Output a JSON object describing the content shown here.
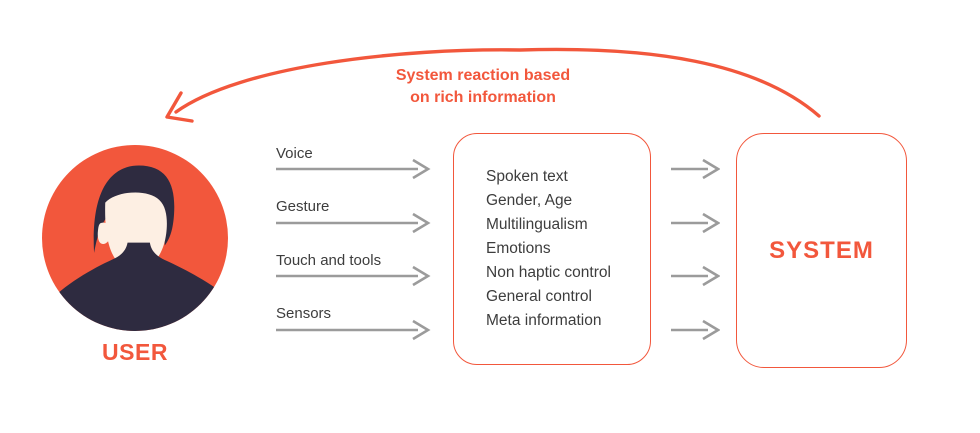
{
  "diagram": {
    "user": {
      "label": "USER"
    },
    "system": {
      "label": "SYSTEM"
    },
    "feedback": {
      "line1": "System reaction based",
      "line2": "on rich information"
    },
    "inputs": [
      "Voice",
      "Gesture",
      "Touch and tools",
      "Sensors"
    ],
    "processing": {
      "items": [
        "Spoken text",
        "Gender, Age",
        "Multilingualism",
        "Emotions",
        "Non haptic control",
        "General control",
        "Meta information"
      ]
    },
    "colors": {
      "accent": "#f2573c",
      "arrow_gray": "#9b9b9b",
      "text_dark": "#3d3d3d",
      "avatar_dark": "#2e2b40",
      "avatar_skin": "#fdefe3",
      "background": "#ffffff"
    }
  }
}
